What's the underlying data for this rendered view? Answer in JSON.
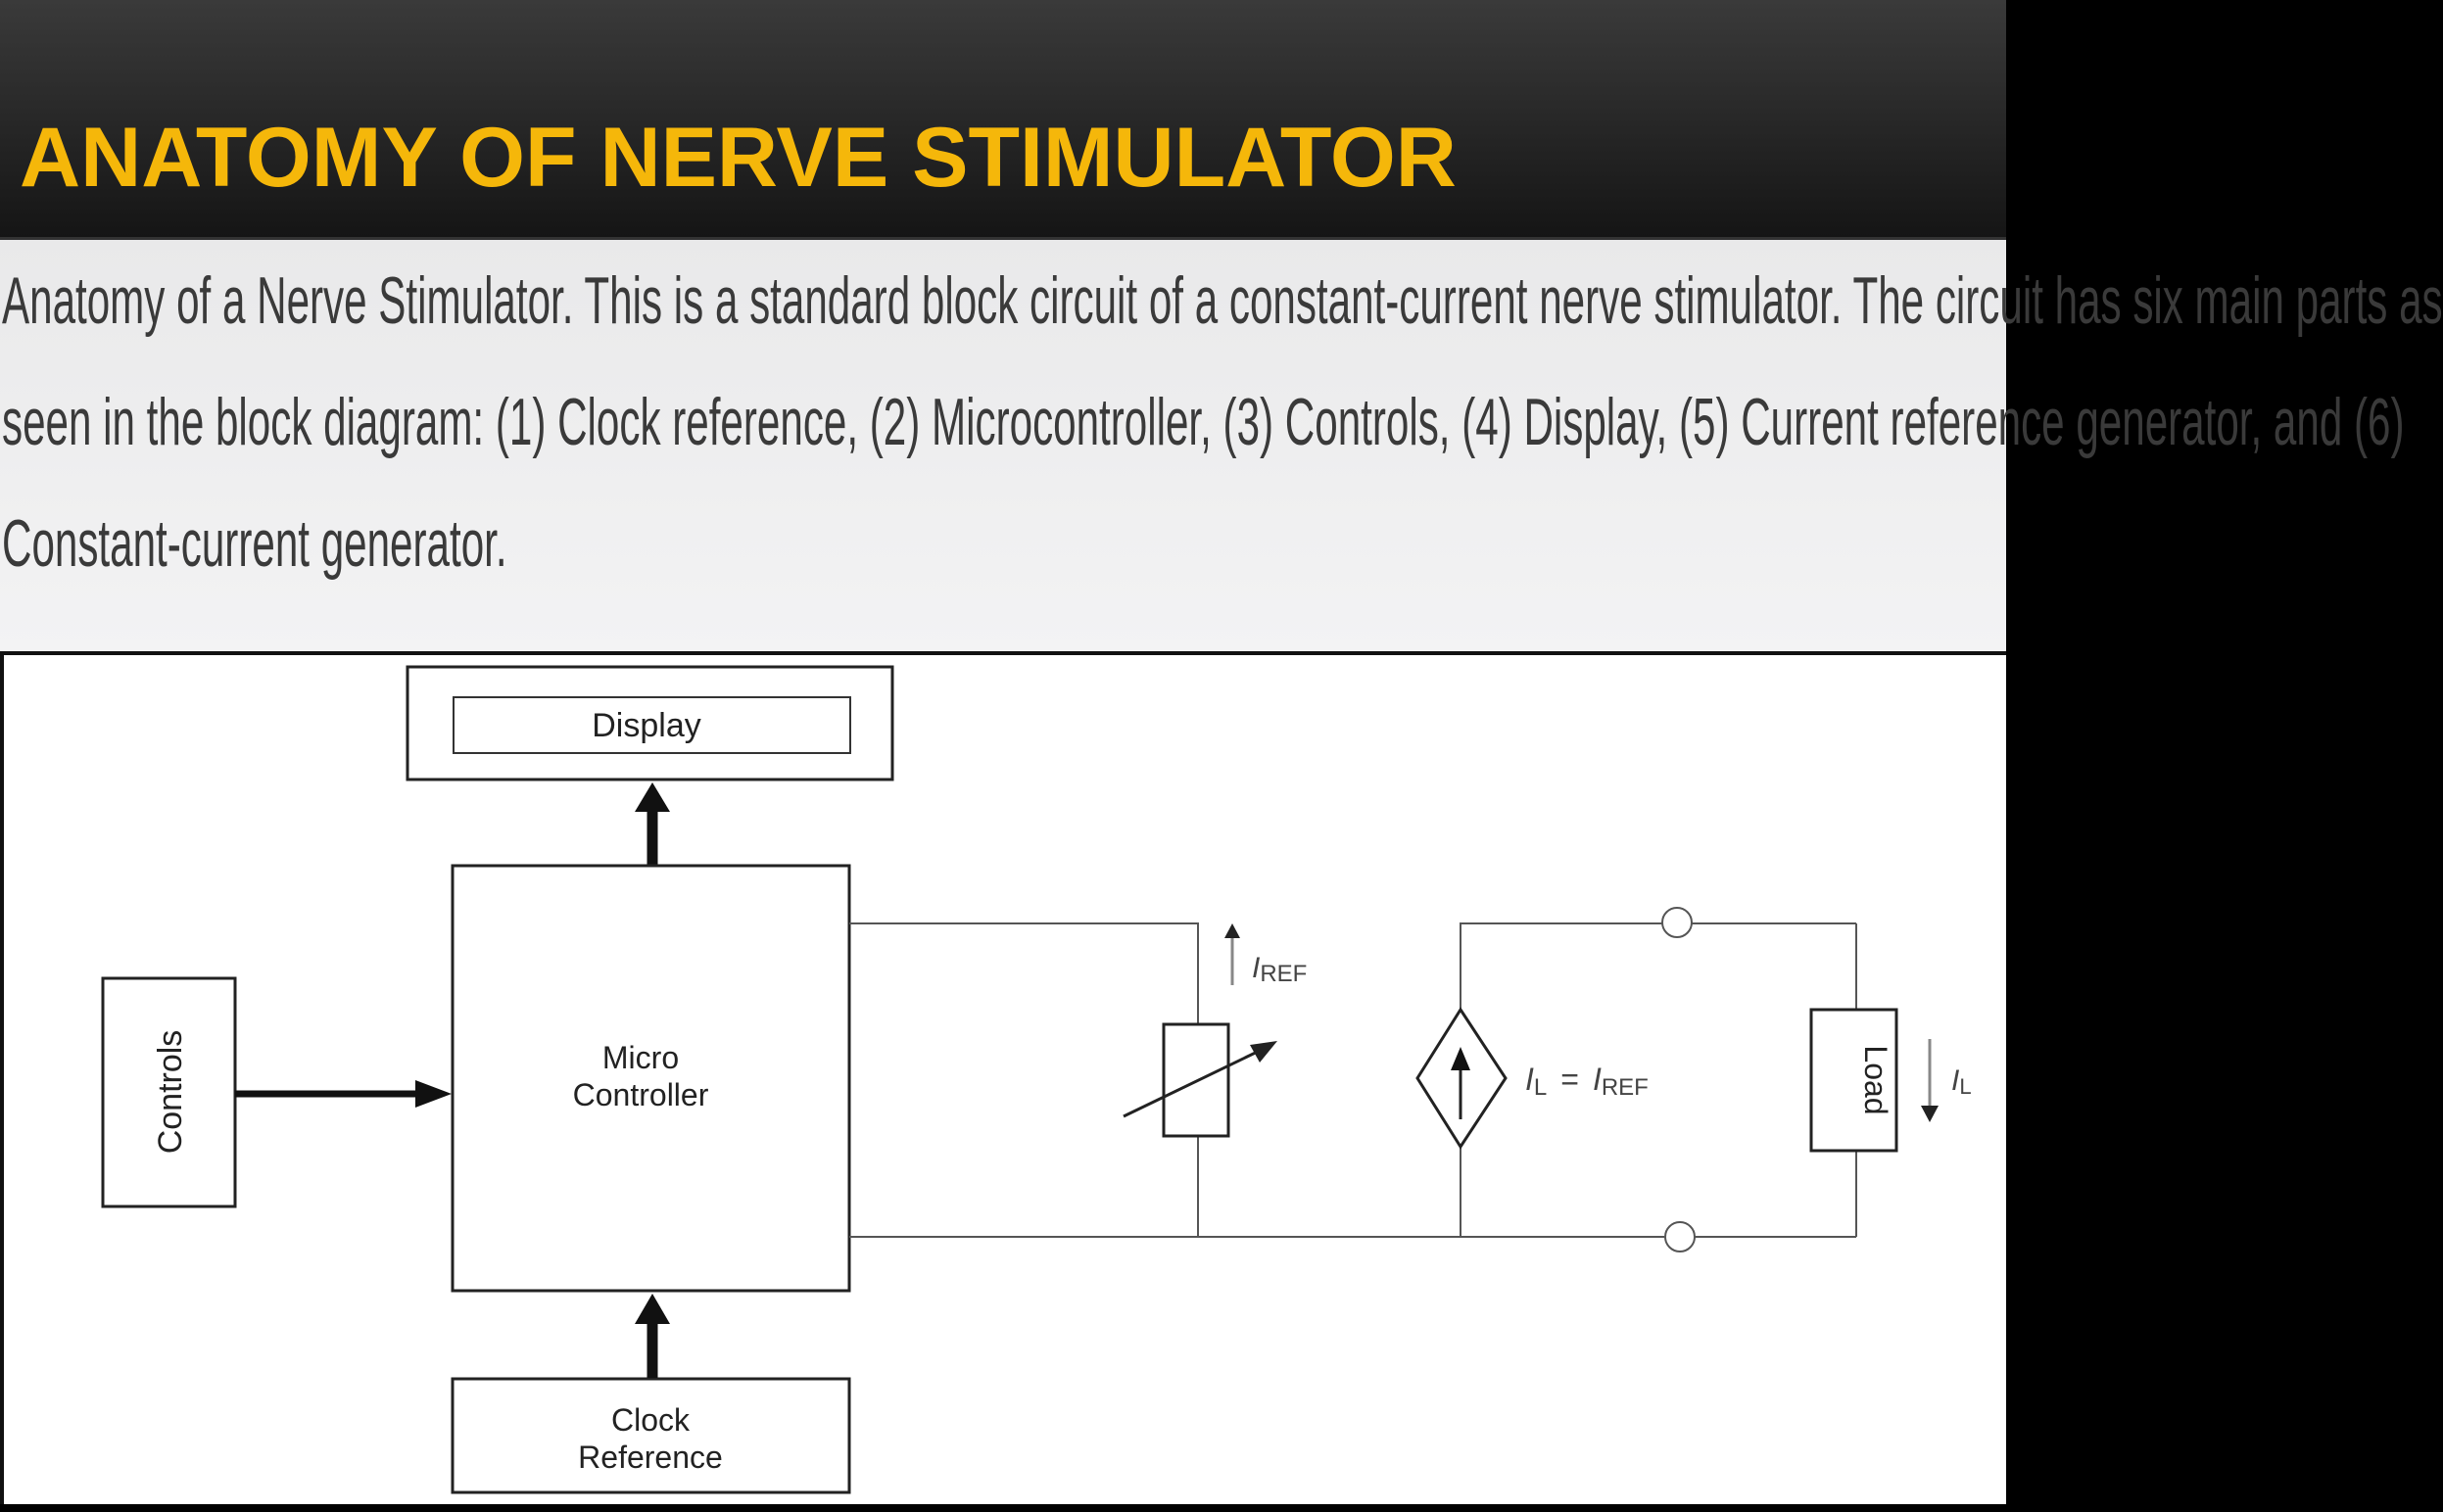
{
  "slide": {
    "title": "ANATOMY OF NERVE STIMULATOR",
    "caption_lines": [
      "Anatomy of a Nerve Stimulator. This is a standard block circuit of a constant-current nerve stimulator. The circuit has six main parts as",
      "seen in the block diagram: (1) Clock reference, (2) Microcontroller, (3) Controls, (4) Display, (5) Current reference generator, and (6)",
      "Constant-current generator."
    ]
  },
  "diagram": {
    "display_label": "Display",
    "micro_line1": "Micro",
    "micro_line2": "Controller",
    "controls_label": "Controls",
    "clock_line1": "Clock",
    "clock_line2": "Reference",
    "iref_label": "I",
    "iref_sub": "REF",
    "eq_il": "I",
    "eq_il_sub": "L",
    "eq_sign": "=",
    "eq_iref": "I",
    "eq_iref_sub": "REF",
    "load_label": "Load",
    "il_label": "I",
    "il_sub": "L"
  }
}
